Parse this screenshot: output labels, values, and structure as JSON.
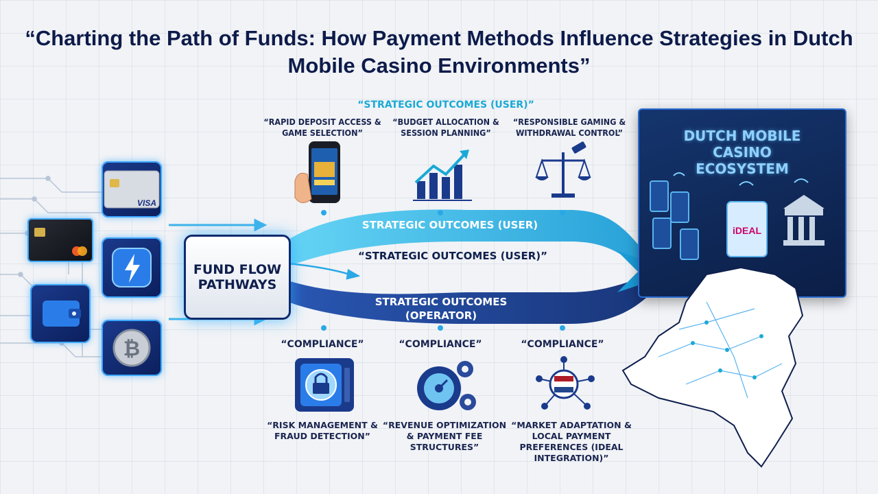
{
  "title": "“Charting the Path of Funds: How Payment Methods Influence Strategies in Dutch Mobile Casino Environments”",
  "header_cyan": "“STRATEGIC OUTCOMES (USER)”",
  "top_labels": [
    "“RAPID DEPOSIT ACCESS & GAME SELECTION”",
    "“BUDGET ALLOCATION & SESSION PLANNING”",
    "“RESPONSIBLE GAMING & WITHDRAWAL CONTROL”"
  ],
  "payment_methods": {
    "card_brand": "VISA"
  },
  "fund_box": "FUND FLOW PATHWAYS",
  "streams": {
    "upper": "STRATEGIC OUTCOMES (USER)",
    "middle": "“STRATEGIC OUTCOMES (USER)”",
    "lower": "STRATEGIC OUTCOMES (OPERATOR)"
  },
  "compliance_labels": [
    "“COMPLIANCE”",
    "“COMPLIANCE”",
    "“COMPLIANCE”"
  ],
  "bottom_labels": [
    "“RISK MANAGEMENT & FRAUD DETECTION”",
    "“REVENUE OPTIMIZATION & PAYMENT FEE STRUCTURES”",
    "“MARKET ADAPTATION & LOCAL PAYMENT PREFERENCES (IDEAL INTEGRATION)”"
  ],
  "ecosystem": {
    "title": "DUTCH MOBILE CASINO ECOSYSTEM",
    "ideal_label": "iDEAL"
  },
  "colors": {
    "navy": "#0f2a6e",
    "cyan": "#1aa9d6",
    "accent": "#3fa9ff"
  }
}
